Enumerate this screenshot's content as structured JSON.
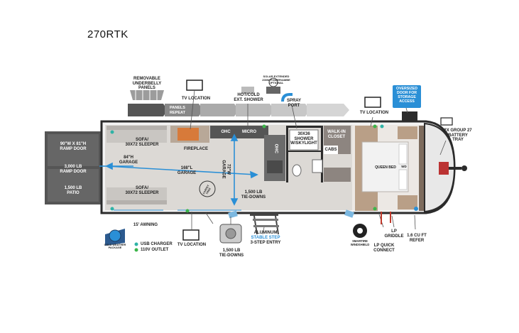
{
  "model": "270RTK",
  "labels": {
    "removable_panels": "REMOVABLE\nUNDERBELLY\nPANELS",
    "panels_repeat": "PANELS\nREPEAT",
    "tv_location_top": "TV LOCATION",
    "hot_cold_shower": "HOT/COLD\nEXT. SHOWER",
    "solar_note": "SOLAR EXTENDED\n200W POWER/AMBE\nOPTIONAL",
    "spray_port": "SPRAY\nPORT",
    "tv_location_right": "TV LOCATION",
    "oversized_door": "OVERSIZED\nDOOR FOR\nSTORAGE\nACCESS",
    "battery_tray": "2X GROUP 27\nBATTERY\nTRAY",
    "ramp_door": "90\"W x 81\"H\nRAMP DOOR",
    "ramp_capacity": "3,000 LB\nRAMP DOOR",
    "patio": "1,500 LB\nPATIO",
    "sofa_top": "SOFA/\n30x72 SLEEPER",
    "sofa_bottom": "SOFA/\n30x72 SLEEPER",
    "fireplace": "FIREPLACE",
    "garage_height": "84\"H\nGARAGE",
    "garage_length": "168\"L\nGARAGE",
    "garage_width": "72\"W\nGARAGE",
    "ohc_1": "OHC",
    "micro": "MICRO",
    "ohc_2": "OHC",
    "shower": "30x36\nSHOWER\nw/SKYLIGHT",
    "walk_in_closet": "WALK-IN\nCLOSET",
    "cabs": "CABS",
    "queen_bed": "QUEEN BED",
    "wardrobe": "WD",
    "tiedowns_interior": "1,500 LB\nTIE-DOWNS",
    "awning": "15' AWNING",
    "tv_location_bottom": "TV LOCATION",
    "tiedowns_bottom": "1,500 LB\nTIE-DOWNS",
    "step_entry_1": "ALUMINUM",
    "step_entry_2": "STABLE STEP",
    "step_entry_3": "3-STEP ENTRY",
    "smart_tire": "SMARTIRE\nWINDSHIELD",
    "lp_griddle": "LP\nGRIDDLE",
    "lp_quick": "LP QUICK\nCONNECT",
    "refer": "1.6 CU FT\nREFER",
    "cold_weather": "COLD WEATHER\nPACKAGE",
    "legend_usb": "USB CHARGER",
    "legend_110v": "110V OUTLET",
    "carpet_free": "CARPET FREE"
  },
  "colors": {
    "usb_dot": "#2fb3a6",
    "outlet_dot": "#3cb54a",
    "blue_arrow": "#2a8fd6",
    "floor": "#d9d6d2",
    "wall": "#2b2b2b",
    "cabinet": "#8a7a6e"
  }
}
